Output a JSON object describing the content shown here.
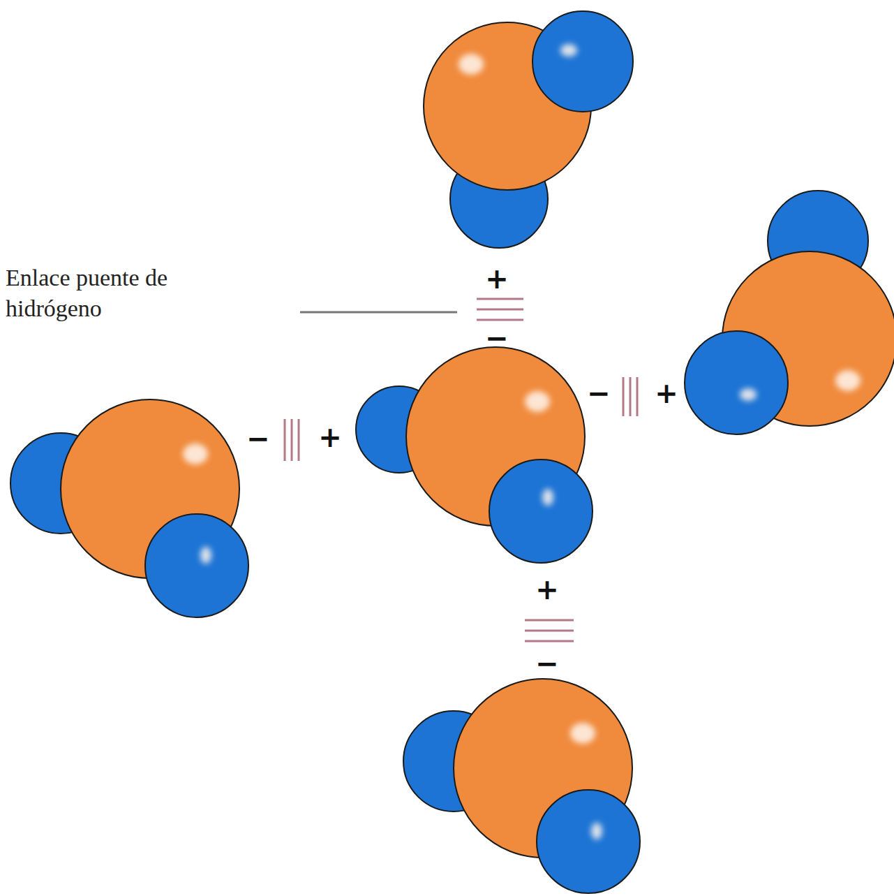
{
  "diagram": {
    "labels": [
      "Enlace puente de hidrógeno",
      "+",
      "−",
      "−",
      "+",
      "−",
      "+",
      "+",
      "−"
    ]
  }
}
